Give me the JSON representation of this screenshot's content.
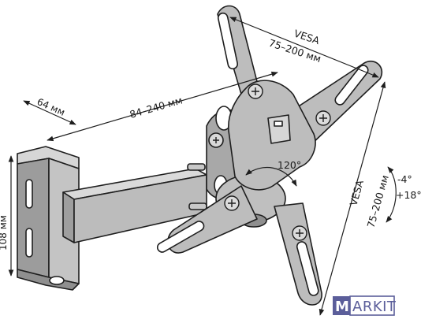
{
  "labels": {
    "vesa_top_title": "VESA",
    "vesa_top_range": "75–200 мм",
    "vesa_side_title": "VESA",
    "vesa_side_range": "75–200 мм",
    "extension": "84–240 мм",
    "depth": "64 мм",
    "height": "108 мм",
    "rotation": "120°",
    "tilt_up": "-4°",
    "tilt_down": "+18°"
  },
  "brand": {
    "first_letter": "M",
    "rest": "ARKIT"
  },
  "colors": {
    "metal": "#bdbdbd",
    "metal_dark": "#8f8f8f",
    "outline": "#1e1e1e",
    "brand": "#5b5e9a"
  }
}
